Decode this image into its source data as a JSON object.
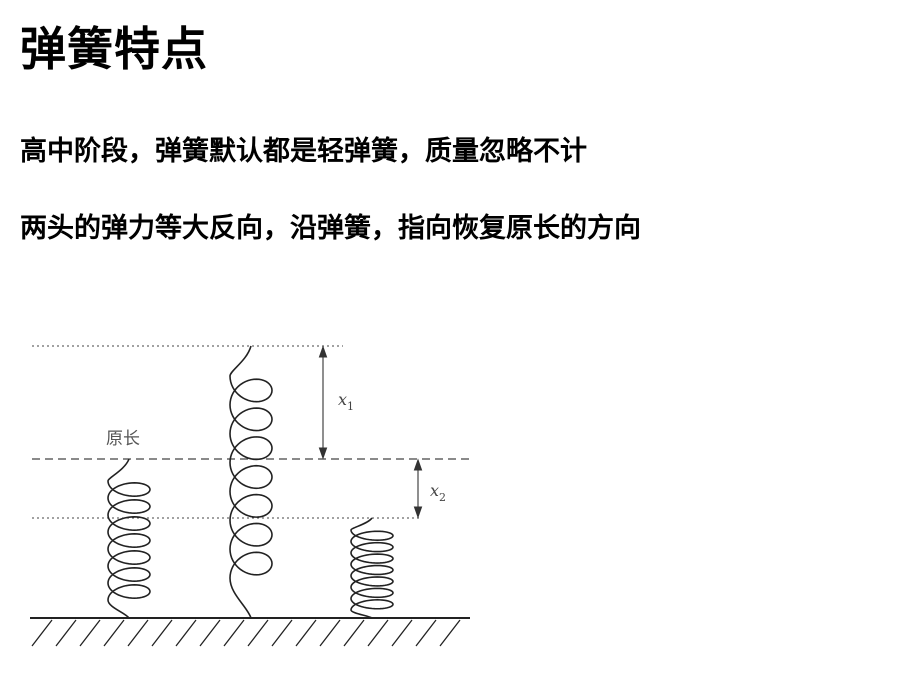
{
  "title": "弹簧特点",
  "bullets": [
    "高中阶段，弹簧默认都是轻弹簧，质量忽略不计",
    "两头的弹力等大反向，沿弹簧，指向恢复原长的方向"
  ],
  "diagram": {
    "natural_length_label": "原长",
    "stretch_label": "x",
    "stretch_subscript": "1",
    "compress_label": "x",
    "compress_subscript": "2",
    "line_color": "#222222"
  }
}
